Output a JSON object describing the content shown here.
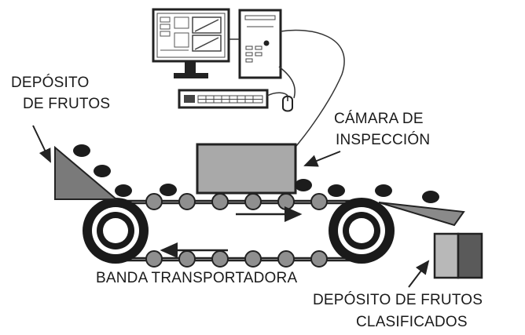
{
  "labels": {
    "fruit_deposit_line1": "DEPÓSITO",
    "fruit_deposit_line2": "DE FRUTOS",
    "camera_line1": "CÁMARA DE",
    "camera_line2": "INSPECCIÓN",
    "conveyor_belt": "BANDA TRANSPORTADORA",
    "sorted_deposit_line1": "DEPÓSITO DE FRUTOS",
    "sorted_deposit_line2": "CLASIFICADOS"
  },
  "colors": {
    "outline": "#222222",
    "camera_box": "#a9a9a9",
    "roller": "#8f8f8f",
    "fruit": "#1c1c1c",
    "hopper": "#7a7a7a",
    "bin_light": "#b8b8b8",
    "bin_dark": "#5a5a5a"
  }
}
